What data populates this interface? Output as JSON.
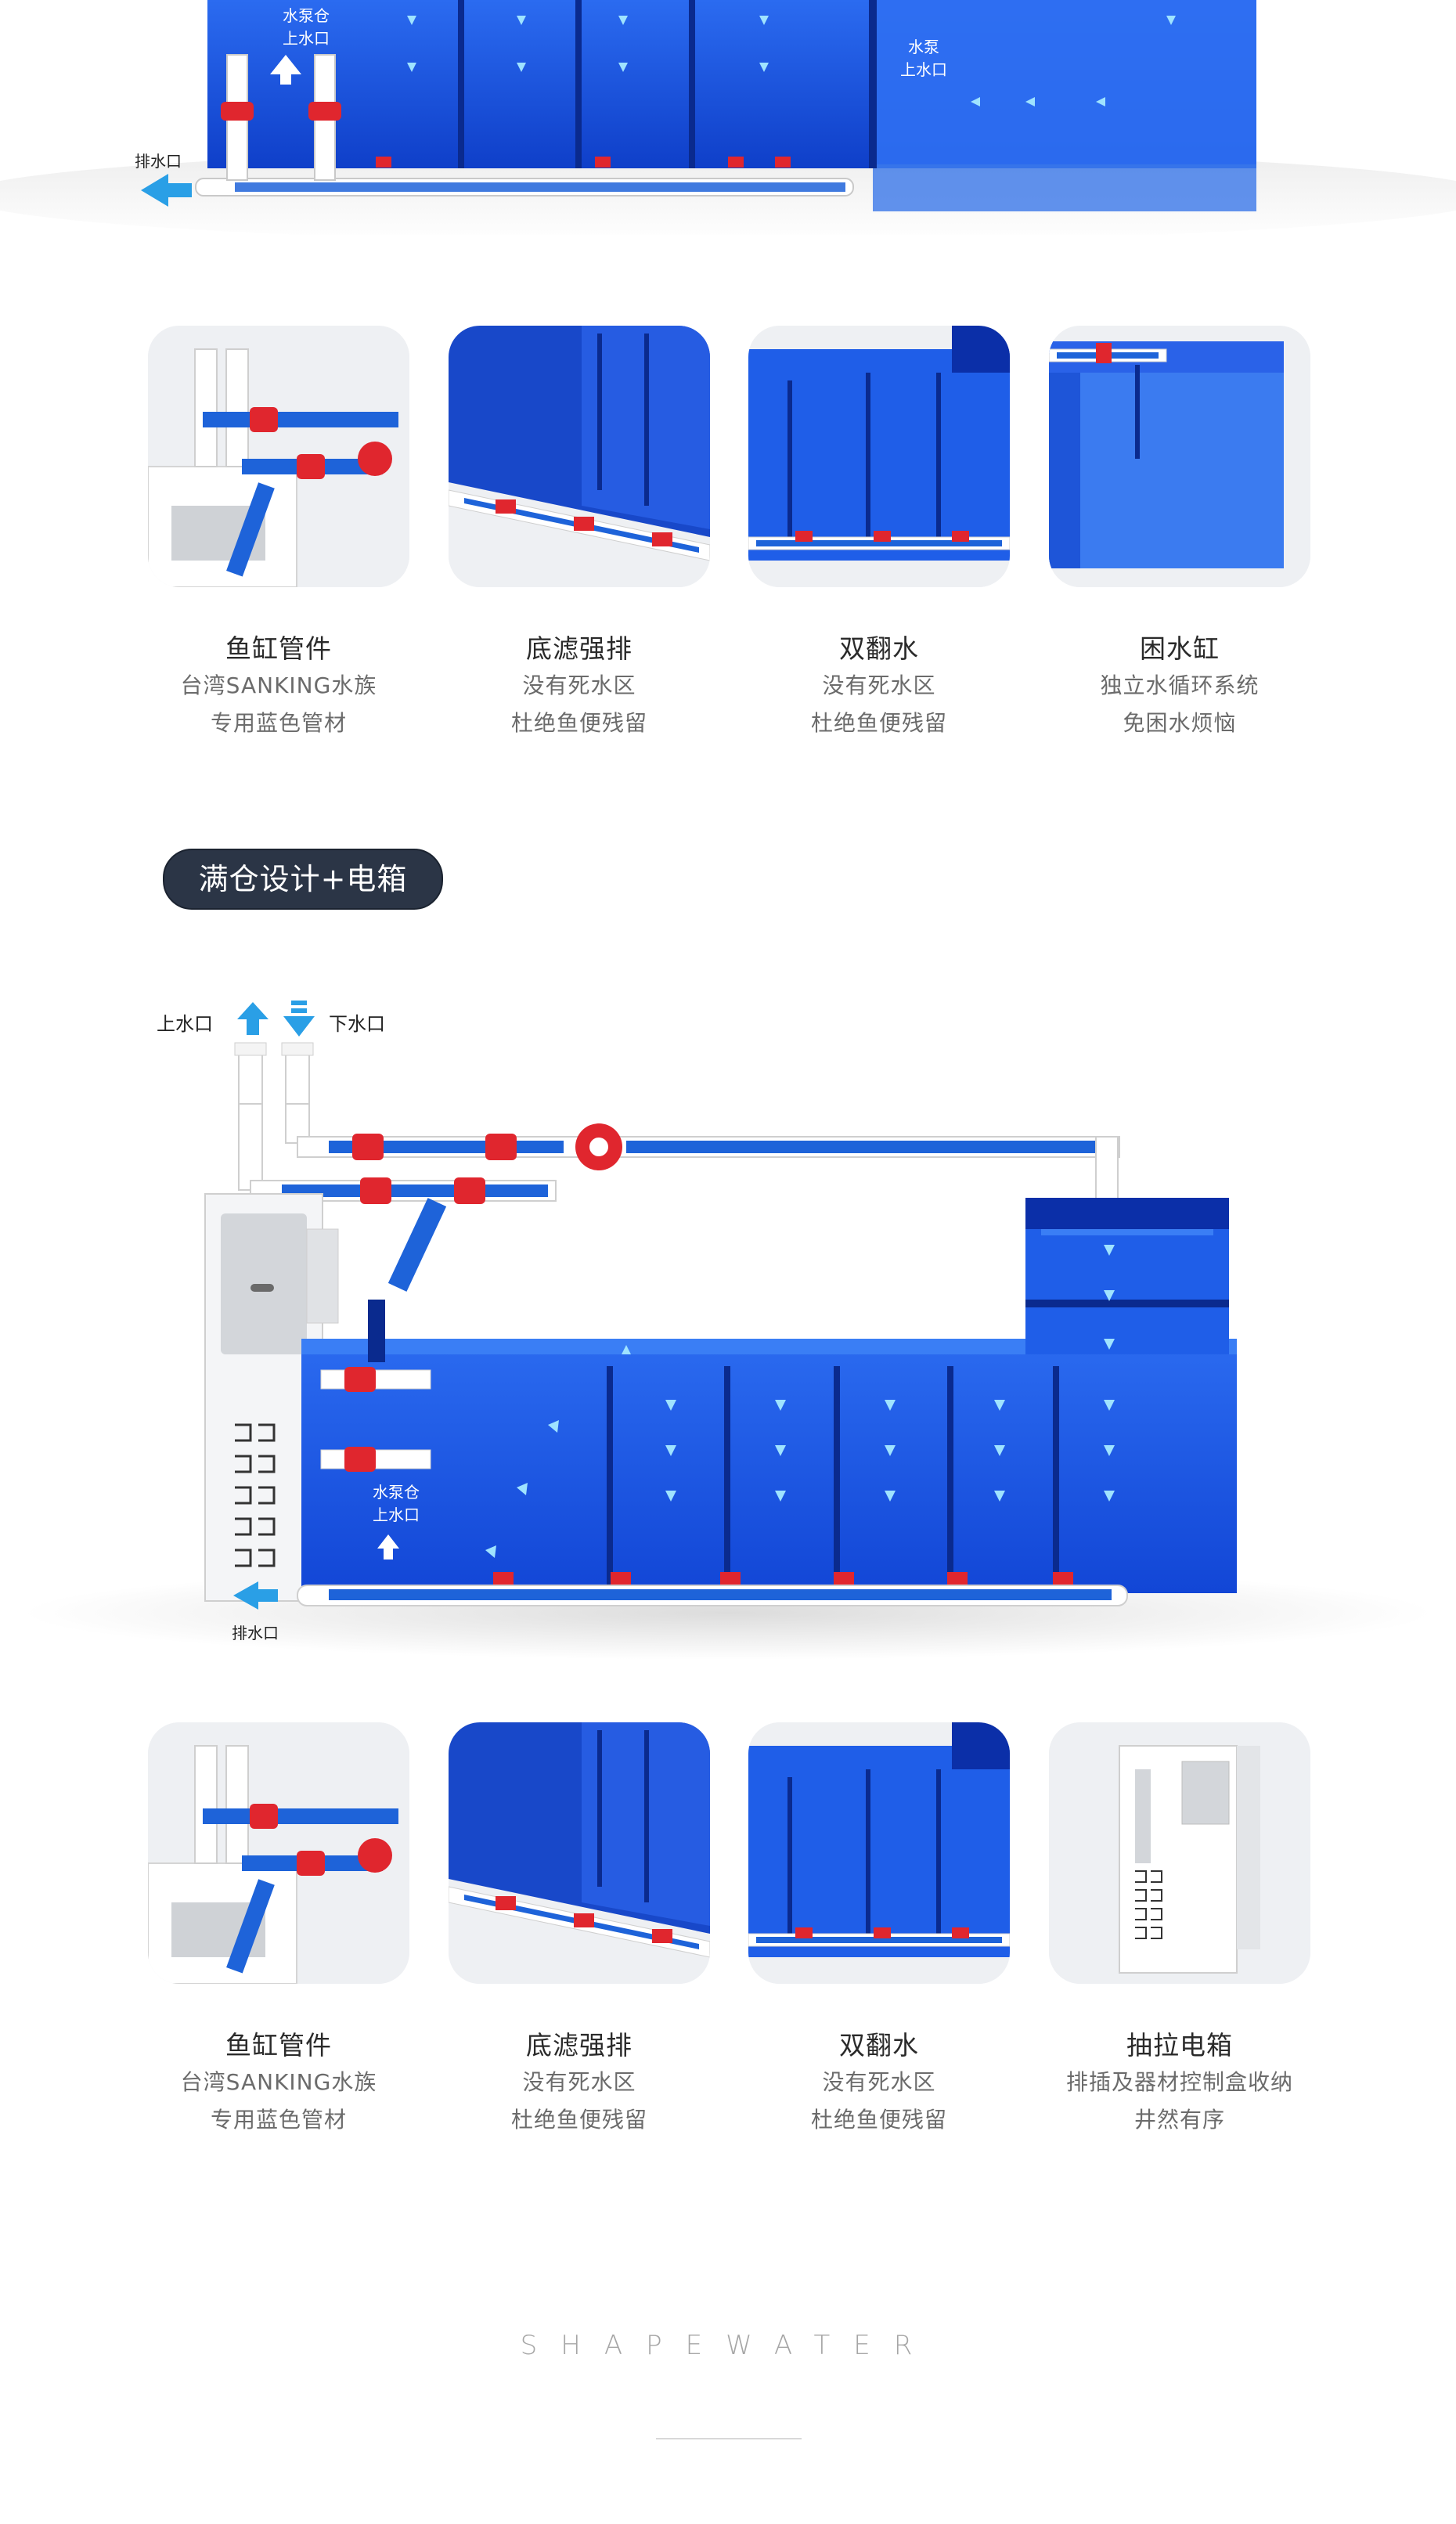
{
  "top_diagram": {
    "pump_label_line1": "水泵仓",
    "pump_label_line2": "上水口",
    "pump_label2_line1": "水泵",
    "pump_label2_line2": "上水口",
    "drain_label": "排水口"
  },
  "features_1": [
    {
      "title": "鱼缸管件",
      "line1": "台湾SANKING水族",
      "line2": "专用蓝色管材"
    },
    {
      "title": "底滤强排",
      "line1": "没有死水区",
      "line2": "杜绝鱼便残留"
    },
    {
      "title": "双翻水",
      "line1": "没有死水区",
      "line2": "杜绝鱼便残留"
    },
    {
      "title": "困水缸",
      "line1": "独立水循环系统",
      "line2": "免困水烦恼"
    }
  ],
  "section2": {
    "pill_label": "满仓设计+电箱",
    "inlet_label": "上水口",
    "outlet_label": "下水口",
    "pump_label_line1": "水泵仓",
    "pump_label_line2": "上水口",
    "drain_label": "排水口"
  },
  "features_2": [
    {
      "title": "鱼缸管件",
      "line1": "台湾SANKING水族",
      "line2": "专用蓝色管材"
    },
    {
      "title": "底滤强排",
      "line1": "没有死水区",
      "line2": "杜绝鱼便残留"
    },
    {
      "title": "双翻水",
      "line1": "没有死水区",
      "line2": "杜绝鱼便残留"
    },
    {
      "title": "抽拉电箱",
      "line1": "排插及器材控制盒收纳",
      "line2": "井然有序"
    }
  ],
  "footer": {
    "brand": "SHAPEWATER"
  },
  "colors": {
    "tank_blue": "#1f5ee8",
    "tank_dark": "#0b2fa8",
    "pipe_blue": "#1e63d9",
    "valve_red": "#e0262e",
    "arrow_cyan": "#2a9fe6",
    "pill_bg": "#2b3546"
  }
}
